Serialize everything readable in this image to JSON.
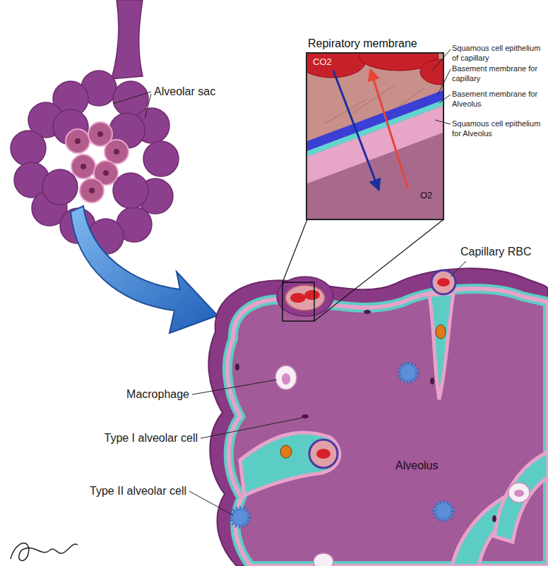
{
  "diagram": {
    "nodes": [
      {
        "text": [
          "Repiratory membrane",
          "CO2",
          "O2"
        ]
      }
    ],
    "labels": [
      "Alveolar sac",
      "Squamous cell epithelium of capillary",
      "Basement membrane for capillary",
      "Basement membrane for Alveolus",
      "Squamous cell epithelium for Alveolus",
      "Capillary RBC",
      "Macrophage",
      "Type I alveolar cell",
      "Type II alveolar cell",
      "Alveolus"
    ]
  }
}
